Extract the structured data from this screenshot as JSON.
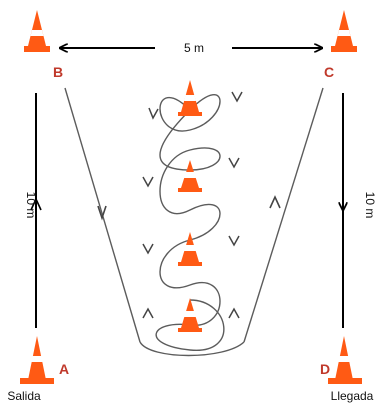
{
  "diagram": {
    "width_label": "5 m",
    "side_length_label_left": "10 m",
    "side_length_label_right": "10 m",
    "points": {
      "a": "A",
      "b": "B",
      "c": "C",
      "d": "D"
    },
    "start_label": "Salida",
    "finish_label": "Llegada",
    "cone_icon": "traffic-cone-icon",
    "colors": {
      "cone": "#ff5a14",
      "cone_stripe": "#ffffff",
      "line": "#000000",
      "path": "#5c5c5c",
      "point_label": "#c0392b"
    }
  }
}
